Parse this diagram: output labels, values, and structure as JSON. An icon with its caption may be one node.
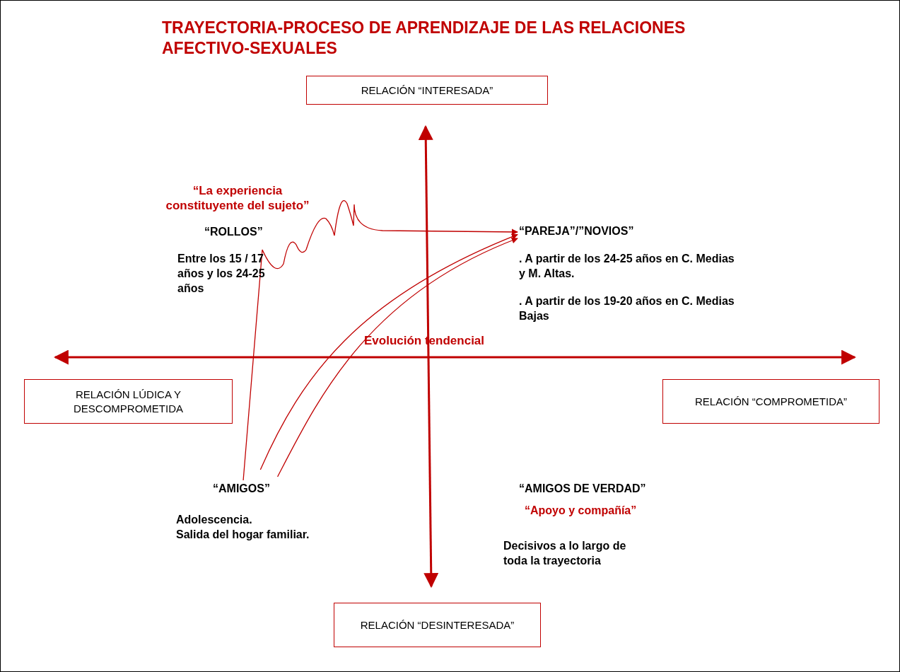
{
  "diagram": {
    "title": "TRAYECTORIA-PROCESO DE APRENDIZAJE DE LAS RELACIONES AFECTIVO-SEXUALES",
    "nodes": [
      {
        "text": [
          "RELACIÓN “INTERESADA”"
        ]
      },
      {
        "text": [
          "RELACIÓN LÚDICA Y DESCOMPROMETIDA"
        ]
      },
      {
        "text": [
          "RELACIÓN “COMPROMETIDA”"
        ]
      },
      {
        "text": [
          "RELACIÓN “DESINTERESADA”"
        ]
      },
      {
        "text": [
          "“ROLLOS”"
        ],
        "beside": [
          "Entre los 15 / 17 años y los 24-25 años"
        ]
      },
      {
        "text": [
          "“PAREJA”/”NOVIOS”"
        ],
        "beside": [
          ". A partir de los 24-25 años en C. Medias y M. Altas.",
          ". A partir de los 19-20 años en C. Medias Bajas"
        ]
      },
      {
        "text": [
          "“AMIGOS”"
        ],
        "beside": [
          "Adolescencia.",
          "Salida del hogar familiar."
        ]
      },
      {
        "text": [
          "“AMIGOS DE VERDAD”"
        ],
        "beside": [
          "“Apoyo y compañía”",
          "Decisivos a lo largo de toda la trayectoria"
        ]
      }
    ],
    "edges": [
      {
        "from": 6,
        "to": 5,
        "arrow": "to"
      },
      {
        "from": 6,
        "to": 5,
        "arrow": "to"
      },
      {
        "from": 6,
        "to": 5,
        "arrow": "to"
      }
    ],
    "labels": [
      "“La experiencia constituyente del sujeto”",
      "Evolución tendencial"
    ]
  }
}
